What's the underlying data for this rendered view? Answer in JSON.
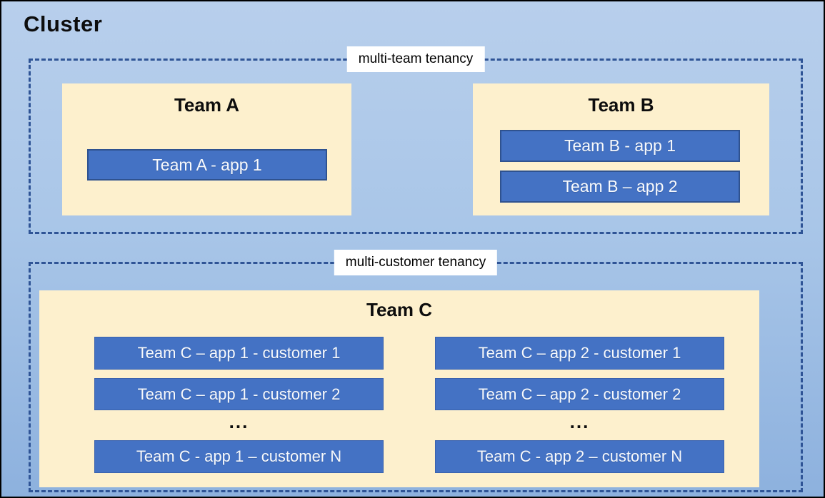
{
  "cluster": {
    "title": "Cluster"
  },
  "sections": [
    {
      "label": "multi-team tenancy",
      "teams": [
        {
          "name": "Team A",
          "apps": [
            "Team A - app 1"
          ]
        },
        {
          "name": "Team B",
          "apps": [
            "Team B - app 1",
            "Team B – app 2"
          ]
        }
      ]
    },
    {
      "label": "multi-customer tenancy",
      "team": {
        "name": "Team C",
        "columns": [
          {
            "rows": [
              "Team C – app 1 - customer 1",
              "Team C – app 1 - customer 2"
            ],
            "ellipsis": "...",
            "last_row": "Team C - app 1 – customer N"
          },
          {
            "rows": [
              "Team C – app 2 - customer 1",
              "Team C – app 2 - customer 2"
            ],
            "ellipsis": "...",
            "last_row": "Team C - app 2 – customer N"
          }
        ]
      }
    }
  ],
  "colors": {
    "canvas_gradient_top": "#B8CFEC",
    "canvas_gradient_bottom": "#8DB1DE",
    "outer_border": "#000000",
    "dashed_border": "#2F5496",
    "team_card_fill": "#FDF0CD",
    "app_fill": "#4472C4",
    "app_border": "#2F528F",
    "app_text": "#F7F9FC",
    "label_bg": "#FFFFFF",
    "heading_text": "#000000"
  }
}
